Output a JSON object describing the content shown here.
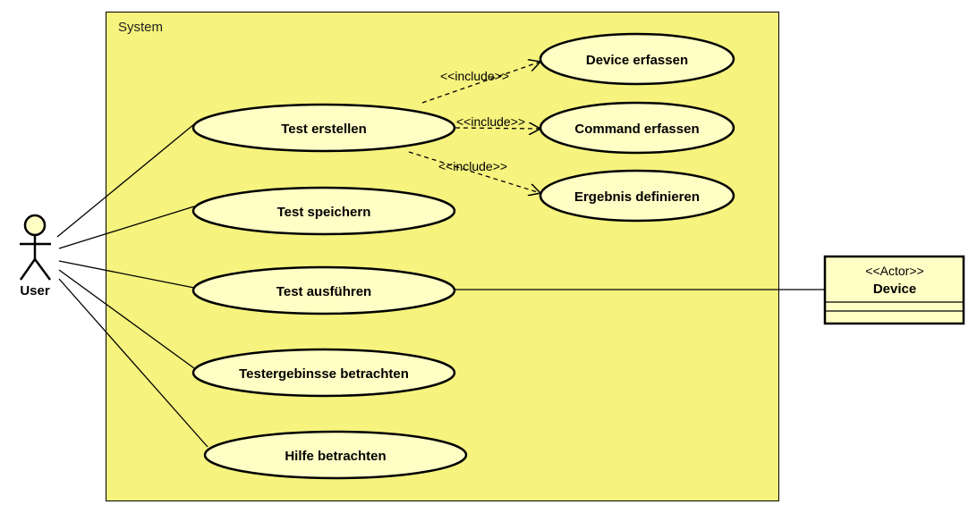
{
  "colors": {
    "system_fill": "#f6f37e",
    "usecase_fill": "#fffec5",
    "class_fill": "#fffec5",
    "stroke": "#000000"
  },
  "system": {
    "label": "System"
  },
  "actor_user": {
    "label": "User"
  },
  "device": {
    "stereotype": "<<Actor>>",
    "name": "Device"
  },
  "use_cases": {
    "test_erstellen": "Test erstellen",
    "test_speichern": "Test speichern",
    "test_ausfuehren": "Test ausführen",
    "testergebnisse": "Testergebinsse betrachten",
    "hilfe": "Hilfe betrachten",
    "device_erfassen": "Device erfassen",
    "command_erfassen": "Command erfassen",
    "ergebnis_definieren": "Ergebnis definieren"
  },
  "include_label": "<<include>>"
}
